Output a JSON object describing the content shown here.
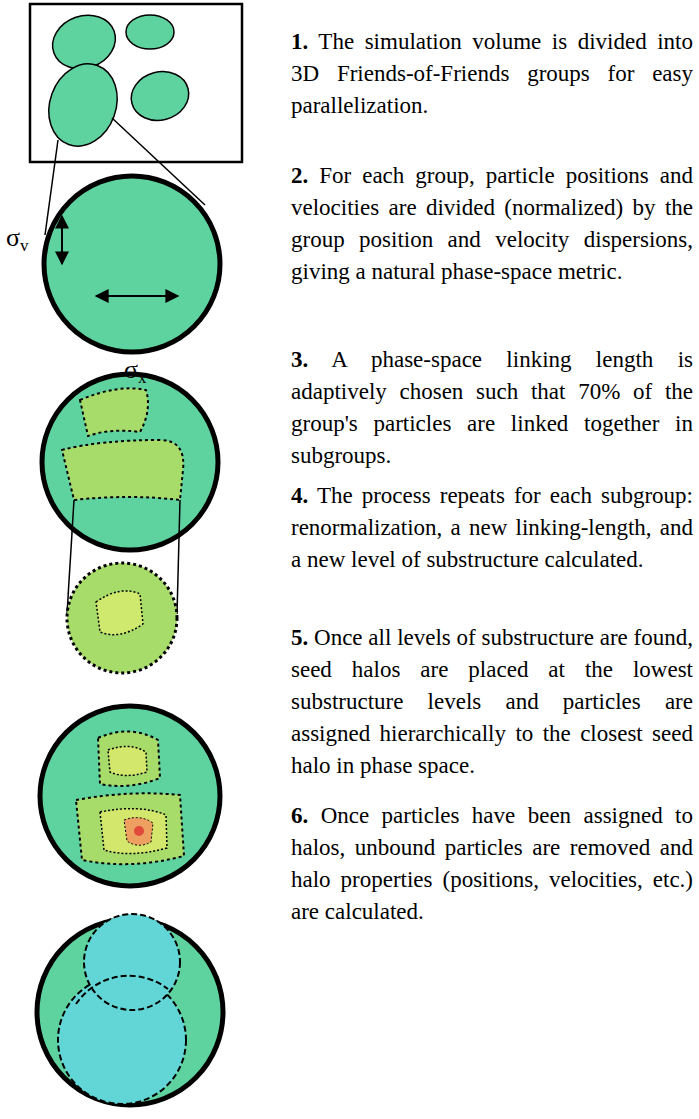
{
  "diagram": {
    "labels": [
      "1. The simulation volume is divided into 3D Friends-of-Friends groups for easy parallelization.",
      "σv",
      "σx",
      "2. For each group, particle positions and velocities are divided (normalized) by the group position and velocity dispersions, giving a natural phase-space metric.",
      "3. A phase-space linking length is adaptively chosen such that 70% of the group's particles are linked together in subgroups.",
      "4. The process repeats for each subgroup: renormalization, a new linking-length, and a new level of substructure calculated.",
      "5. Once all levels of substructure are found, seed halos are placed at the lowest substructure levels and particles are assigned hierarchically to the closest seed halo in phase space.",
      "6. Once particles have been assigned to halos, unbound particles are removed and halo properties (positions, velocities, etc.) are calculated."
    ]
  }
}
